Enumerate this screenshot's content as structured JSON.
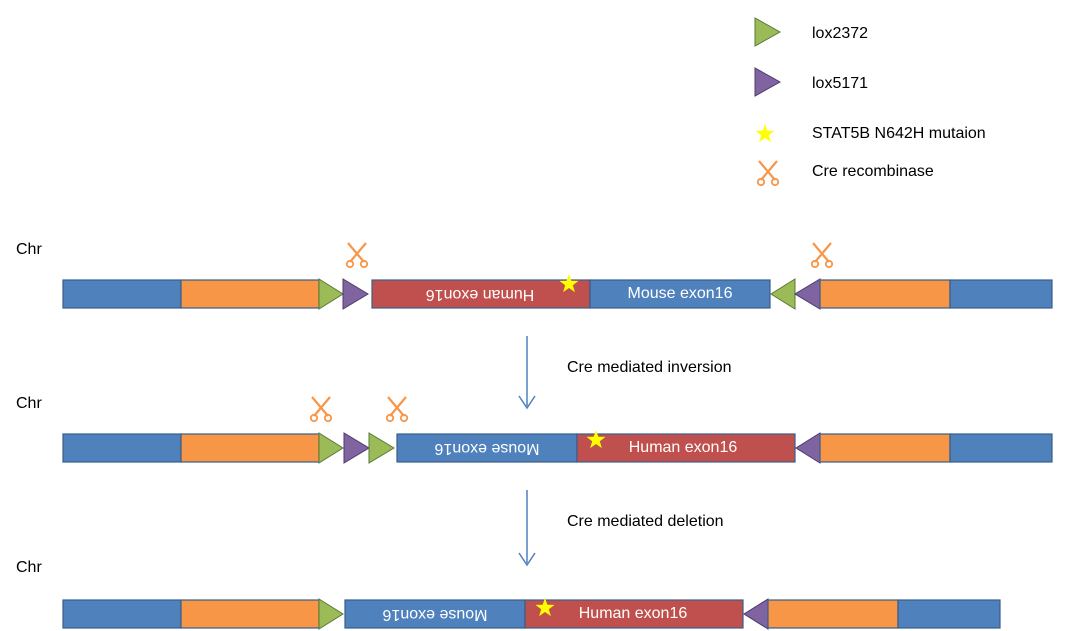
{
  "legend": {
    "lox2372": "lox2372",
    "lox5171": "lox5171",
    "mutation": "STAT5B N642H mutaion",
    "cre": "Cre recombinase"
  },
  "rows": [
    {
      "label": "Chr",
      "mouse_exon": "Mouse exon16",
      "human_exon": "Human exon16",
      "human_orientation": "inverted",
      "mouse_orientation": "forward"
    },
    {
      "label": "Chr",
      "mouse_exon": "Mouse exon16",
      "human_exon": "Human exon16",
      "human_orientation": "forward",
      "mouse_orientation": "inverted"
    },
    {
      "label": "Chr",
      "mouse_exon": "Mouse exon16",
      "human_exon": "Human exon16",
      "human_orientation": "forward",
      "mouse_orientation": "inverted"
    }
  ],
  "steps": {
    "inversion": "Cre mediated inversion",
    "deletion": "Cre mediated deletion"
  },
  "colors": {
    "flank_blue": "#4F81BD",
    "flank_orange": "#F79646",
    "exon_red": "#C0504D",
    "lox2372": "#9BBB59",
    "lox5171": "#8064A2",
    "star": "#FFFF00",
    "scissors": "#F79646",
    "outline": "#385D8A",
    "arrow": "#4F81BD"
  }
}
